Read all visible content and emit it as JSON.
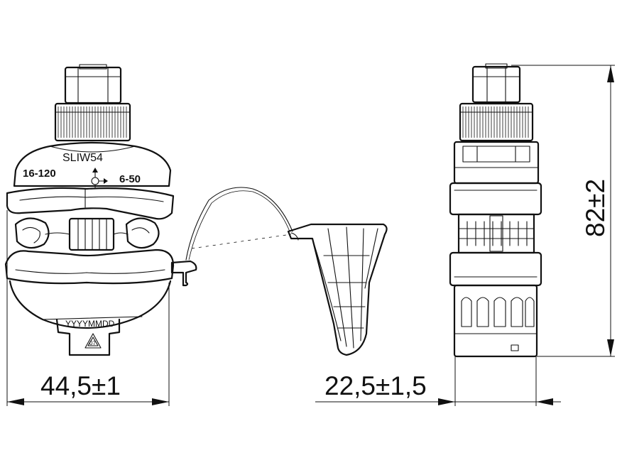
{
  "labels": {
    "model": "SLIW54",
    "main_range": "16-120",
    "tap_range": "6-50",
    "date_code": "YYYYMMDD",
    "recycling_code": "07"
  },
  "dimensions": {
    "width_front": "44,5±1",
    "width_side": "22,5±1,5",
    "height": "82±2"
  }
}
